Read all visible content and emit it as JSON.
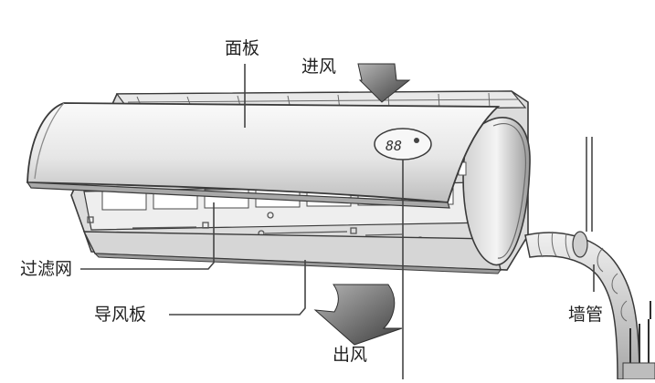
{
  "labels": {
    "panel": "面板",
    "air_in": "进风",
    "filter": "过滤网",
    "louver": "导风板",
    "air_out": "出风",
    "wall_pipe": "墙管"
  },
  "display_readout": "88",
  "colors": {
    "line": "#3a3a3a",
    "panel_light": "#f2f2f2",
    "panel_mid": "#c9c9c9",
    "panel_dark": "#8c8c8c",
    "arrow": "#4a4a4a",
    "pipe": "#d8d8d8"
  }
}
